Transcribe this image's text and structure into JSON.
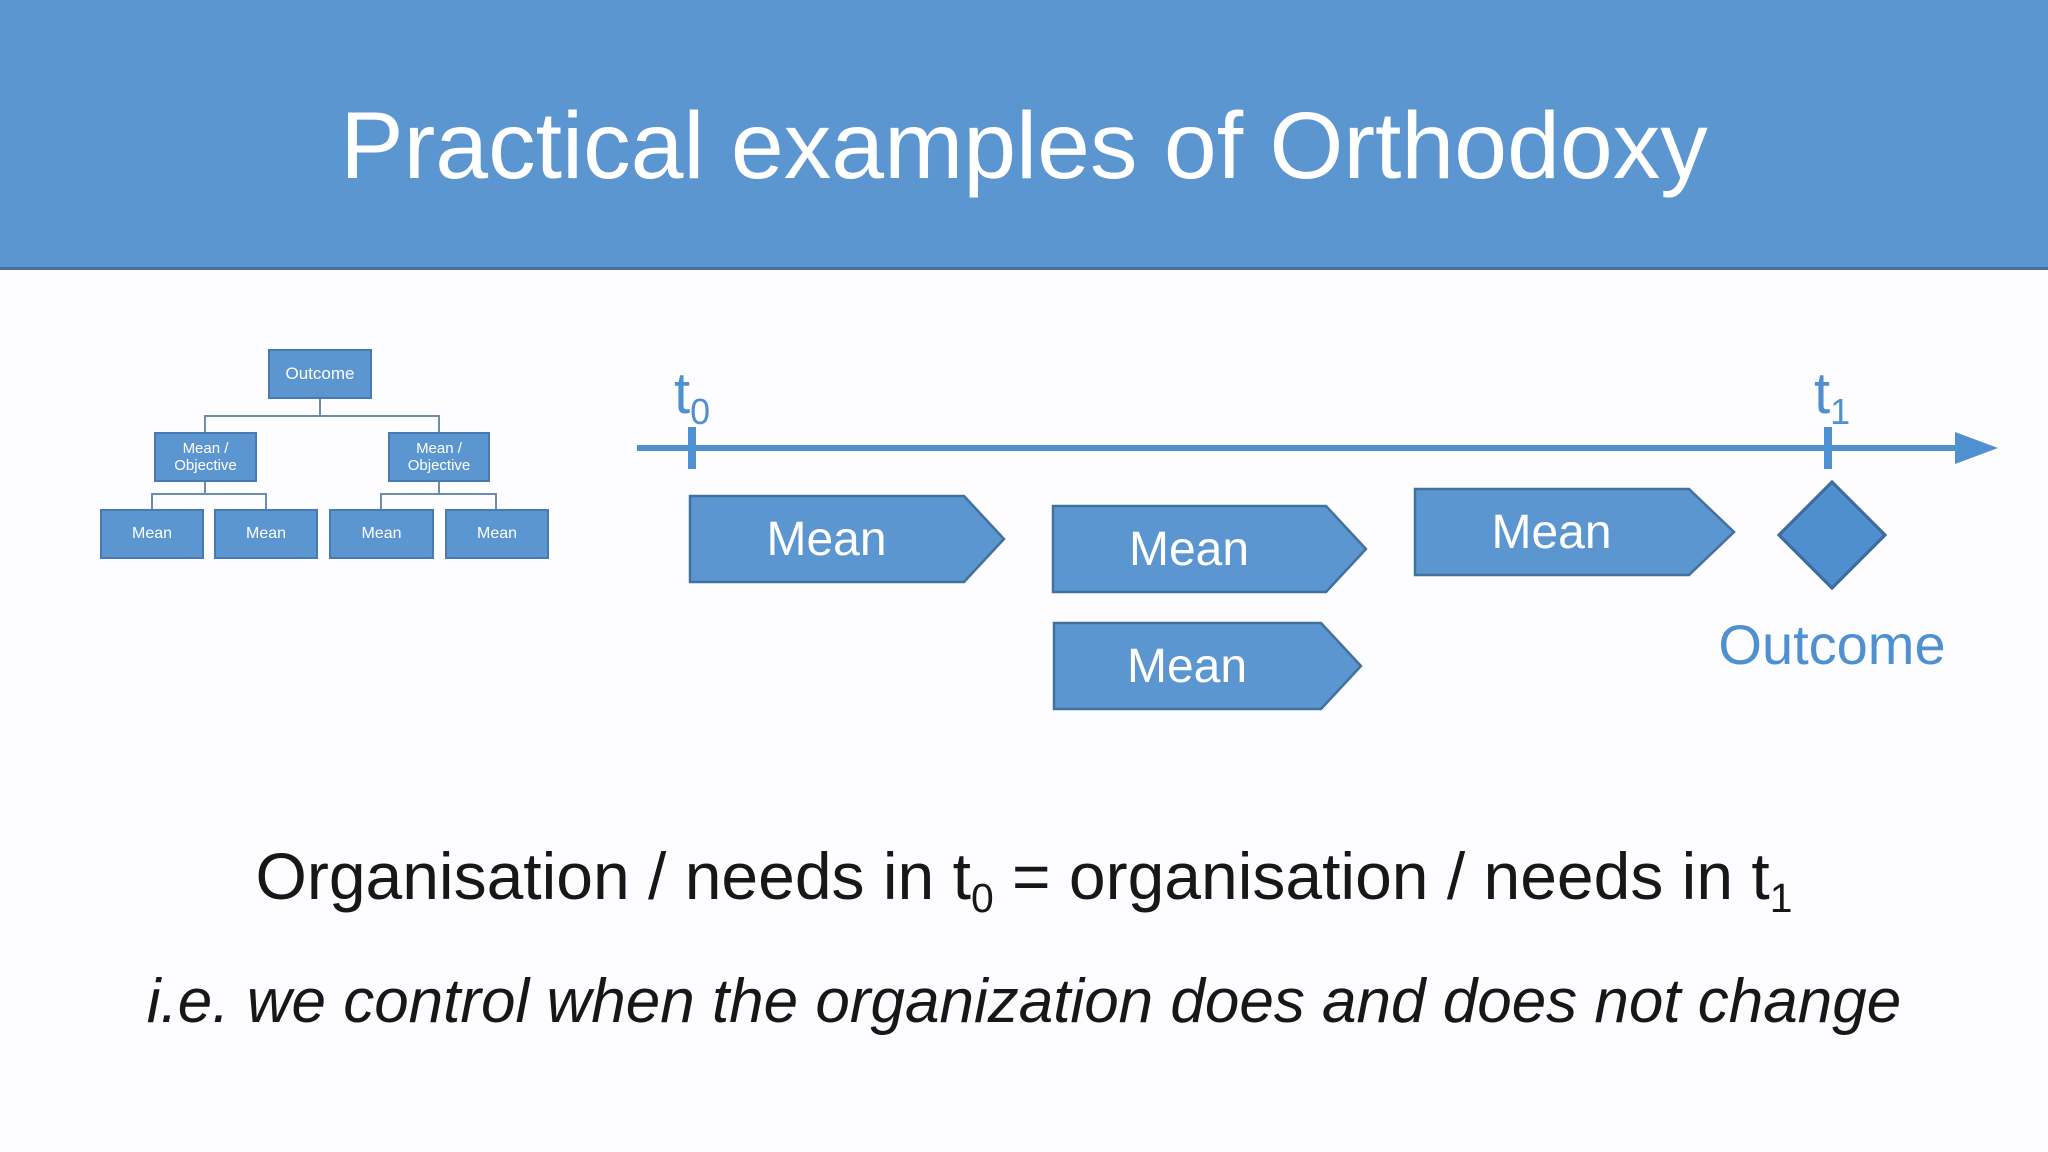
{
  "title": "Practical examples of Orthodoxy",
  "org_chart": {
    "root_label": "Outcome",
    "branch_labels": [
      "Mean / Objective",
      "Mean / Objective"
    ],
    "leaf_labels": [
      "Mean",
      "Mean",
      "Mean",
      "Mean"
    ]
  },
  "timeline": {
    "t0": {
      "base": "t",
      "sub": "0"
    },
    "t1": {
      "base": "t",
      "sub": "1"
    },
    "row1_arrows": [
      "Mean",
      "Mean",
      "Mean"
    ],
    "row2_arrow": "Mean",
    "outcome_label": "Outcome"
  },
  "statement": {
    "line1": {
      "part1": "Organisation / needs in t",
      "sub1": "0",
      "part2": " = organisation / needs in t",
      "sub2": "1"
    },
    "line2": "i.e. we control when the organization does and does not change"
  },
  "colors": {
    "header_fill": "#5b96d1",
    "header_border": "#44719e",
    "shape_fill": "#5b96d1",
    "shape_border": "#41719c",
    "timeline_blue": "#4f90d1",
    "connector": "#6e8cab",
    "shape_text": "#ffffff",
    "body_text": "#171717",
    "background": "#fdfdff"
  }
}
